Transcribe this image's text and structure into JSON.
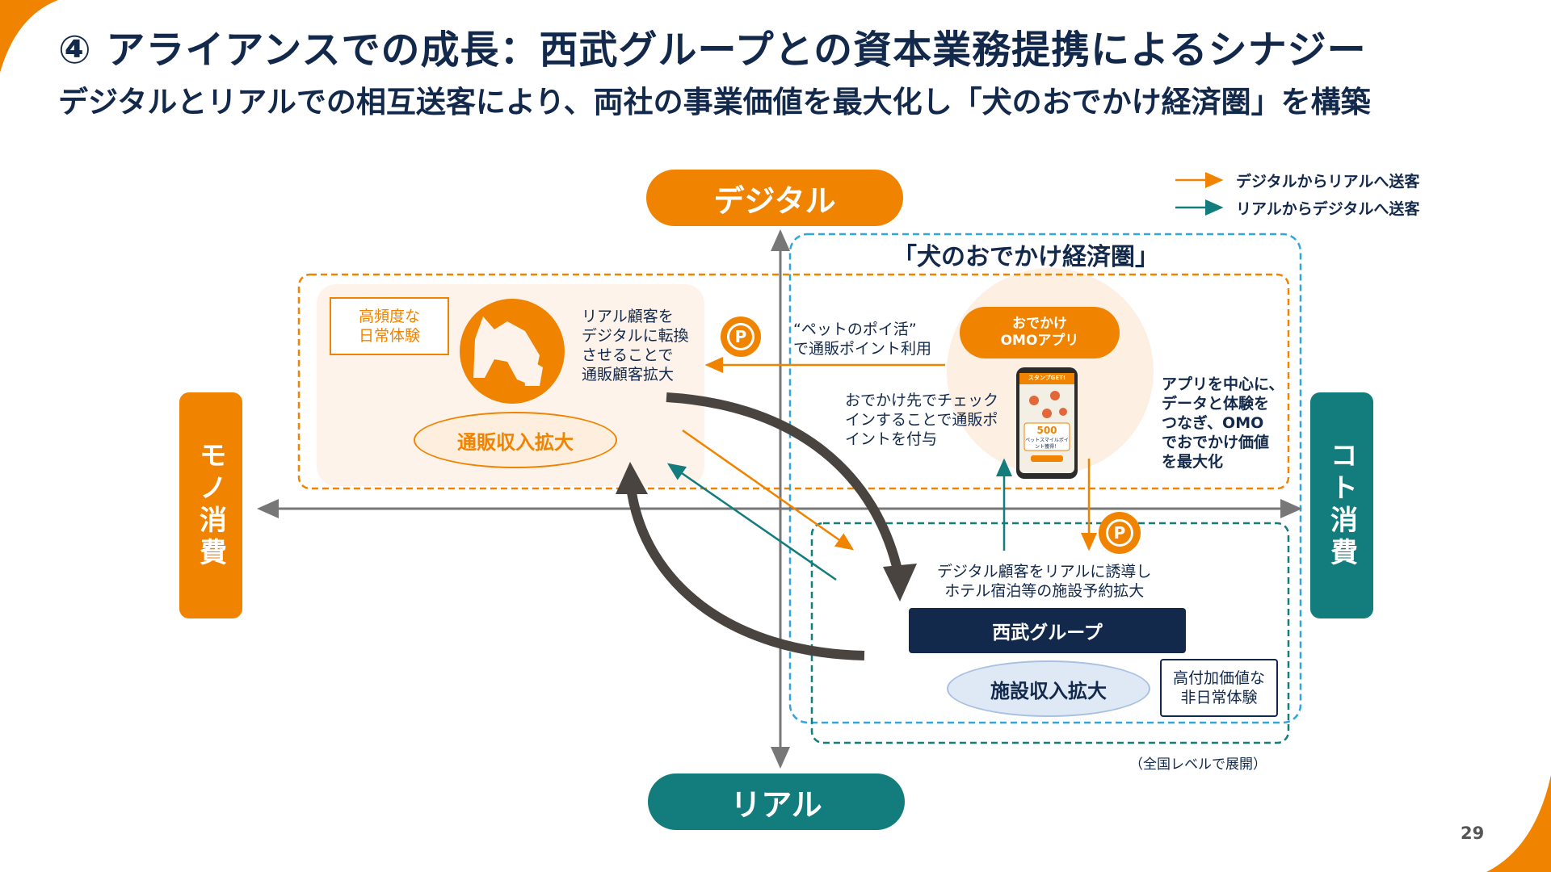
{
  "header": {
    "title": "④ アライアンスでの成長：西武グループとの資本業務提携によるシナジー",
    "subtitle": "デジタルとリアルでの相互送客により、両社の事業価値を最大化し「犬のおでかけ経済圏」を構築"
  },
  "axes": {
    "top": "デジタル",
    "bottom": "リアル",
    "left": "モノ消費",
    "right": "コト消費"
  },
  "legend": {
    "orange_label": "デジタルからリアルへ送客",
    "teal_label": "リアルからデジタルへ送客"
  },
  "ecosystem_title": "「犬のおでかけ経済圏」",
  "left_block": {
    "badge": "高頻度な\n日常体験",
    "conversion_text": "リアル顧客を\nデジタルに転換\nさせることで\n通販顧客拡大",
    "revenue_ellipse": "通販収入拡大"
  },
  "point_icon": "P",
  "pet_points_text": "“ペットのポイ活”\nで通販ポイント利用",
  "app": {
    "pill": "おでかけ\nOMOアプリ",
    "checkin_text": "おでかけ先でチェック\nインすることで通販ポ\nイントを付与",
    "center_text": "アプリを中心に、\nデータと体験を\nつなぎ、OMO\nでおでかけ価値\nを最大化",
    "phone_header": "スタンプGET!",
    "phone_points": "500",
    "phone_points_caption": "ペットスマイルポイント獲得！"
  },
  "seibu": {
    "induction_text": "デジタル顧客をリアルに誘導し\nホテル宿泊等の施設予約拡大",
    "group_label": "西武グループ",
    "revenue_ellipse": "施設収入拡大",
    "badge": "高付加価値な\n非日常体験",
    "footnote": "（全国レベルで展開）"
  },
  "page_number": "29",
  "colors": {
    "orange": "#f08300",
    "teal": "#137c7c",
    "navy": "#13294b",
    "dark_arrow": "#4a4440",
    "blue_dash": "#2fa7dc"
  }
}
